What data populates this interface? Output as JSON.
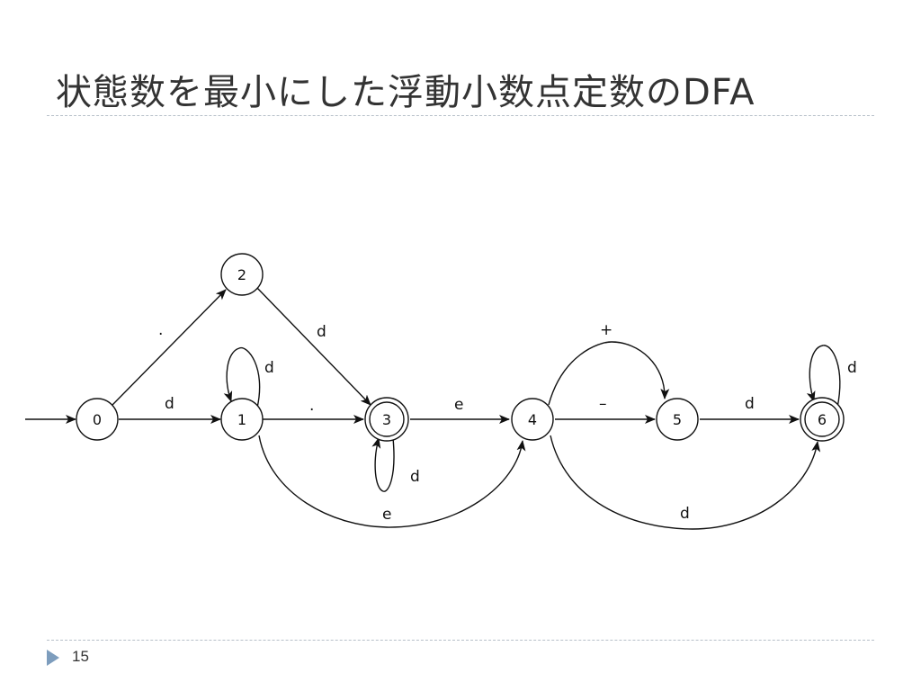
{
  "slide": {
    "title": "状態数を最小にした浮動小数点定数のDFA",
    "page_number": "15"
  },
  "diagram": {
    "states": [
      {
        "id": "0",
        "label": "0",
        "accepting": false
      },
      {
        "id": "1",
        "label": "1",
        "accepting": false
      },
      {
        "id": "2",
        "label": "2",
        "accepting": false
      },
      {
        "id": "3",
        "label": "3",
        "accepting": true
      },
      {
        "id": "4",
        "label": "4",
        "accepting": false
      },
      {
        "id": "5",
        "label": "5",
        "accepting": false
      },
      {
        "id": "6",
        "label": "6",
        "accepting": true
      }
    ],
    "start_state": "0",
    "transitions": [
      {
        "from": "0",
        "to": "2",
        "label": "."
      },
      {
        "from": "0",
        "to": "1",
        "label": "d"
      },
      {
        "from": "1",
        "to": "1",
        "label": "d"
      },
      {
        "from": "2",
        "to": "3",
        "label": "d"
      },
      {
        "from": "1",
        "to": "3",
        "label": "."
      },
      {
        "from": "3",
        "to": "3",
        "label": "d"
      },
      {
        "from": "3",
        "to": "4",
        "label": "e"
      },
      {
        "from": "1",
        "to": "4",
        "label": "e"
      },
      {
        "from": "4",
        "to": "5",
        "label": "+"
      },
      {
        "from": "4",
        "to": "5",
        "label": "–"
      },
      {
        "from": "5",
        "to": "6",
        "label": "d"
      },
      {
        "from": "4",
        "to": "6",
        "label": "d"
      },
      {
        "from": "6",
        "to": "6",
        "label": "d"
      }
    ]
  },
  "colors": {
    "stroke": "#111111",
    "rule": "#b7c0c9",
    "bullet": "#7d9dbd"
  }
}
